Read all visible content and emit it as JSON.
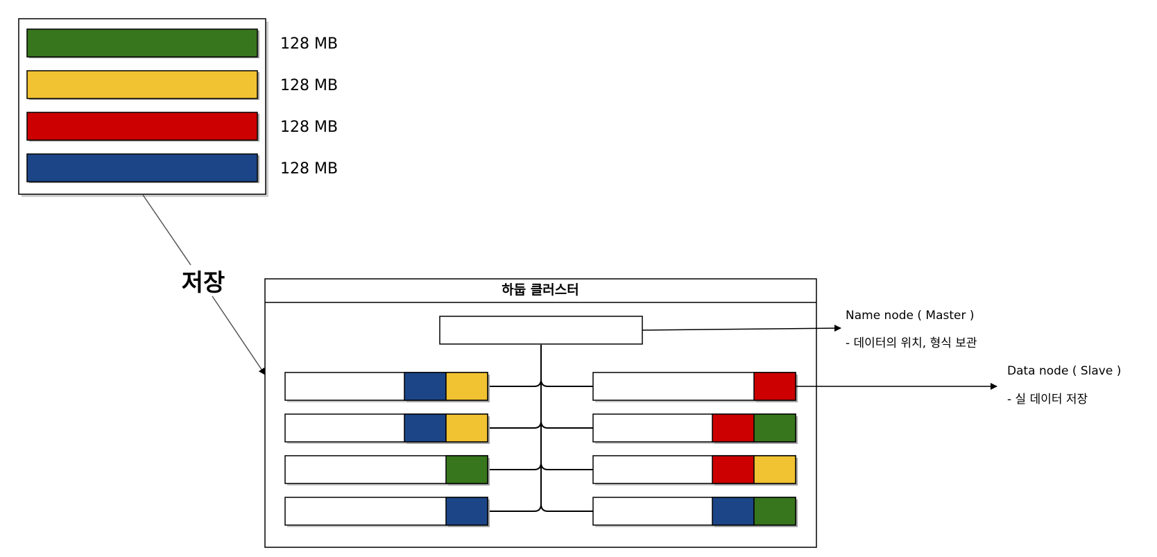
{
  "colors": {
    "green": "#38761d",
    "yellow": "#f1c232",
    "red": "#cc0000",
    "blue": "#1c4587"
  },
  "file_blocks": [
    {
      "color": "green",
      "size_label": "128 MB"
    },
    {
      "color": "yellow",
      "size_label": "128 MB"
    },
    {
      "color": "red",
      "size_label": "128 MB"
    },
    {
      "color": "blue",
      "size_label": "128 MB"
    }
  ],
  "storage_label": "저장",
  "cluster": {
    "title": "하둡 클러스터",
    "left_nodes": [
      [
        "blue",
        "yellow"
      ],
      [
        "blue",
        "yellow"
      ],
      [
        "green"
      ],
      [
        "blue"
      ]
    ],
    "right_nodes": [
      [
        "red"
      ],
      [
        "red",
        "green"
      ],
      [
        "red",
        "yellow"
      ],
      [
        "blue",
        "green"
      ]
    ]
  },
  "name_node": {
    "title": "Name node ( Master )",
    "description": "- 데이터의 위치, 형식 보관"
  },
  "data_node": {
    "title": "Data node ( Slave )",
    "description": "-  실 데이터 저장"
  }
}
